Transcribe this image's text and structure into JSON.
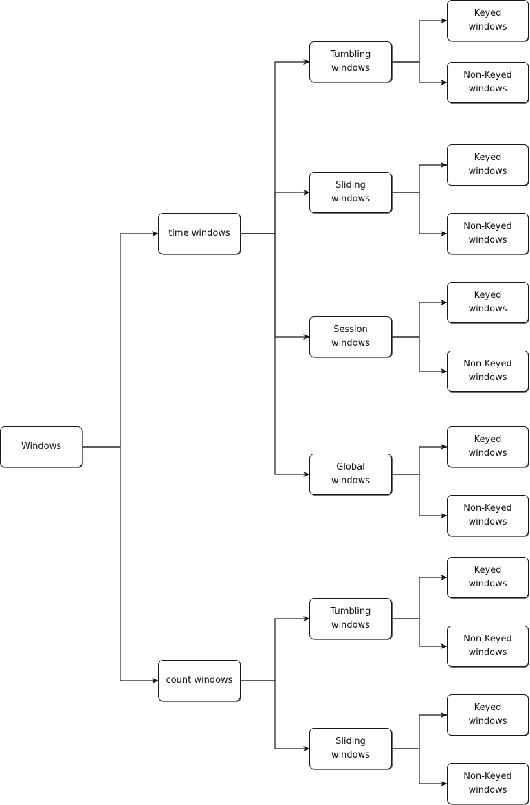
{
  "root": {
    "label": "Windows"
  },
  "time_windows": {
    "label": "time windows",
    "children": [
      {
        "label": "Tumbling\nwindows",
        "keyed": "Keyed\nwindows",
        "non_keyed": "Non-Keyed\nwindows"
      },
      {
        "label": "Sliding\nwindows",
        "keyed": "Keyed\nwindows",
        "non_keyed": "Non-Keyed\nwindows"
      },
      {
        "label": "Session\nwindows",
        "keyed": "Keyed\nwindows",
        "non_keyed": "Non-Keyed\nwindows"
      },
      {
        "label": "Global\nwindows",
        "keyed": "Keyed\nwindows",
        "non_keyed": "Non-Keyed\nwindows"
      }
    ]
  },
  "count_windows": {
    "label": "count windows",
    "children": [
      {
        "label": "Tumbling\nwindows",
        "keyed": "Keyed\nwindows",
        "non_keyed": "Non-Keyed\nwindows"
      },
      {
        "label": "Sliding\nwindows",
        "keyed": "Keyed\nwindows",
        "non_keyed": "Non-Keyed\nwindows"
      }
    ]
  },
  "colors": {
    "stroke": "#1a1a1a",
    "text": "#111111",
    "background": "#ffffff"
  }
}
